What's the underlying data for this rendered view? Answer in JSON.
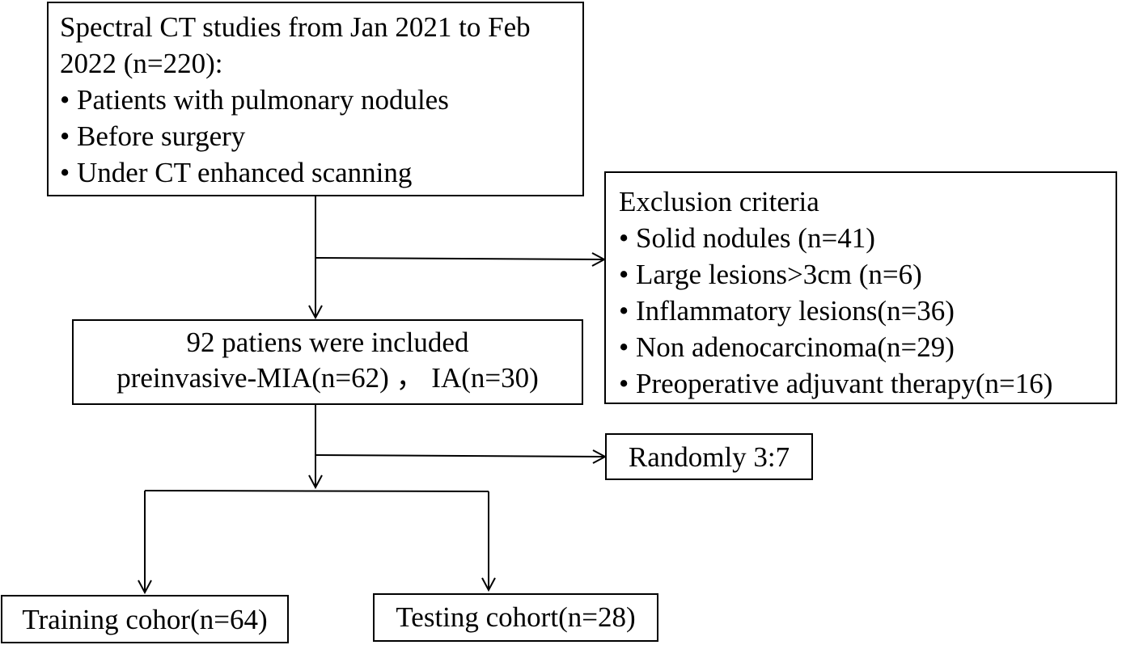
{
  "flowchart": {
    "source_box": {
      "lines": [
        "Spectral CT studies from Jan 2021 to Feb",
        "2022 (n=220):",
        "• Patients with pulmonary  nodules",
        "• Before surgery",
        "• Under CT enhanced scanning"
      ]
    },
    "exclusion_box": {
      "lines": [
        "Exclusion criteria",
        "• Solid nodules  (n=41)",
        "• Large lesions>3cm  (n=6)",
        "• Inflammatory lesions(n=36)",
        "• Non adenocarcinoma(n=29)",
        "• Preoperative adjuvant therapy(n=16)"
      ]
    },
    "included_box": {
      "lines": [
        "92 patiens were included",
        "preinvasive-MIA(n=62) ， IA(n=30)"
      ]
    },
    "random_box": {
      "label": "Randomly 3:7"
    },
    "training_box": {
      "label": "Training cohor(n=64)"
    },
    "testing_box": {
      "label": "Testing cohort(n=28)"
    }
  }
}
